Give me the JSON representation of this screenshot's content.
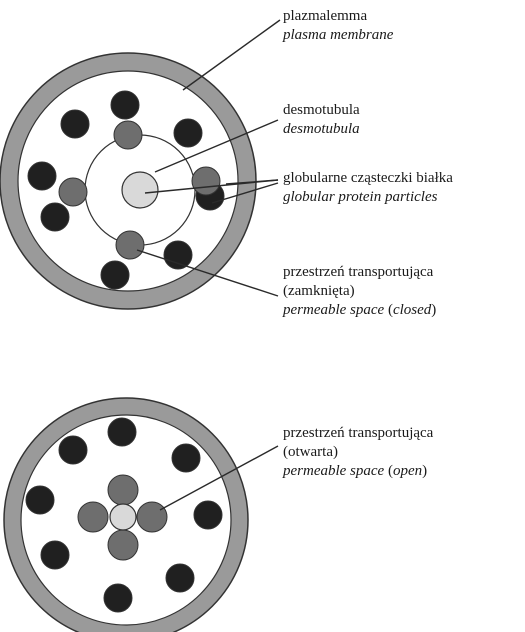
{
  "labels": {
    "plasma_membrane": {
      "pl": "plazmalemma",
      "en": "plasma membrane"
    },
    "desmotubule": {
      "pl": "desmotubula",
      "en": "desmotubula"
    },
    "globular_particles": {
      "pl": "globularne cząsteczki białka",
      "en": "globular protein particles"
    },
    "space_closed": {
      "pl_line1": "przestrzeń transportująca",
      "pl_line2": "(zamknięta)",
      "en_main": "permeable space",
      "en_paren_open": " (",
      "en_state": "closed",
      "en_paren_close": ")"
    },
    "space_open": {
      "pl_line1": "przestrzeń transportująca",
      "pl_line2": "(otwarta)",
      "en_main": "permeable space",
      "en_paren_open": " (",
      "en_state": "open",
      "en_paren_close": ")"
    }
  },
  "colors": {
    "membrane_ring": "#9a9a9a",
    "outline": "#333333",
    "dark_particle": "#202020",
    "gray_particle": "#6e6e6e",
    "center_light": "#d9d9d9",
    "background": "#ffffff"
  }
}
